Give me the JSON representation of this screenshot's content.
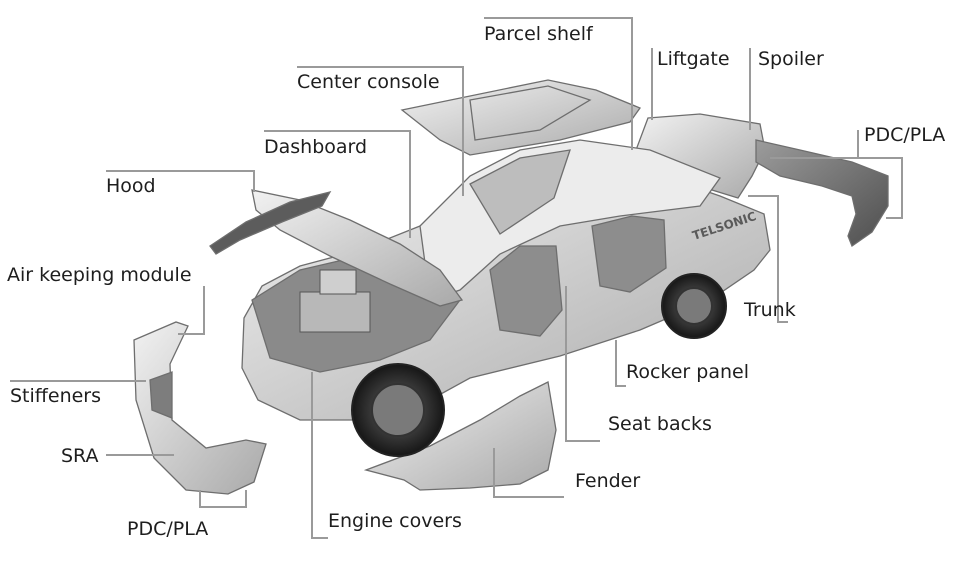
{
  "labels": {
    "parcel_shelf": "Parcel shelf",
    "center_console": "Center console",
    "liftgate": "Liftgate",
    "spoiler": "Spoiler",
    "pdc_pla_rear": "PDC/PLA",
    "dashboard": "Dashboard",
    "hood": "Hood",
    "air_keeping_module": "Air keeping module",
    "stiffeners": "Stiffeners",
    "sra": "SRA",
    "pdc_pla_front": "PDC/PLA",
    "engine_covers": "Engine covers",
    "fender": "Fender",
    "seat_backs": "Seat backs",
    "rocker_panel": "Rocker panel",
    "trunk": "Trunk"
  },
  "car_badge": "TELSONIC",
  "colors": {
    "leader_line": "#9a9a9a",
    "label_text": "#1e1e1e",
    "panel_fill": "#d4d4d4",
    "panel_stroke": "#6e6e6e",
    "background": "#ffffff"
  }
}
